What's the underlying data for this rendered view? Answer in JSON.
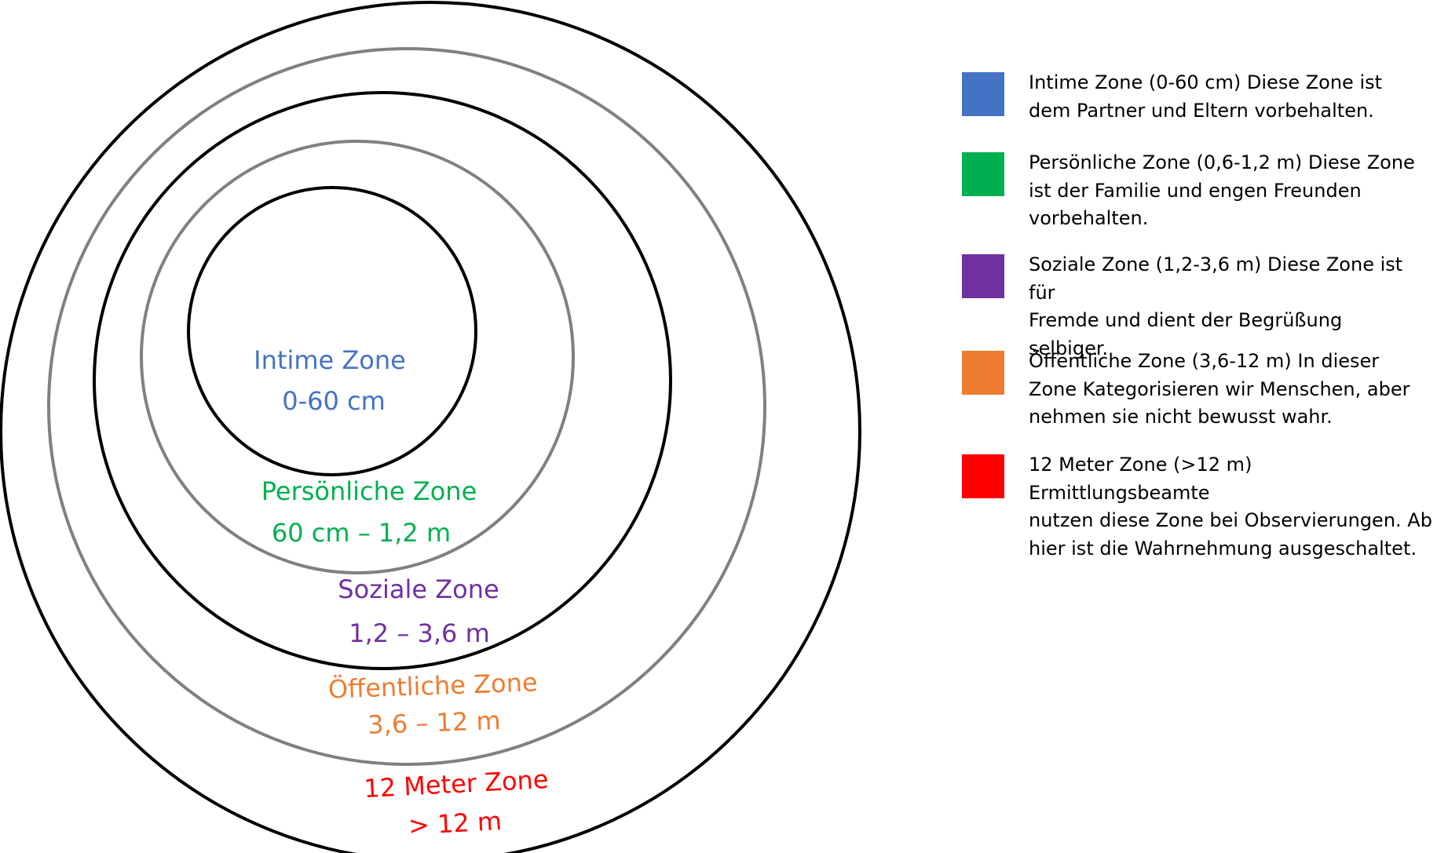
{
  "diagram": {
    "rings": [
      {
        "name": "ring-intime",
        "stroke": "#000000"
      },
      {
        "name": "ring-persoenlich",
        "stroke": "#808080"
      },
      {
        "name": "ring-sozial",
        "stroke": "#000000"
      },
      {
        "name": "ring-oeffentlich",
        "stroke": "#808080"
      },
      {
        "name": "ring-12-meter",
        "stroke": "#000000"
      }
    ],
    "labels": {
      "intime": {
        "title": "Intime Zone",
        "range": "0-60 cm",
        "color": "#4472C4"
      },
      "persoenlich": {
        "title": "Persönliche Zone",
        "range": "60 cm – 1,2 m",
        "color": "#00B050"
      },
      "sozial": {
        "title": "Soziale Zone",
        "range": "1,2 – 3,6 m",
        "color": "#7030A0"
      },
      "oeffentlich": {
        "title": "Öffentliche Zone",
        "range": "3,6 – 12 m",
        "color": "#ED7D31"
      },
      "zwoelf": {
        "title": "12 Meter Zone",
        "range": "> 12 m",
        "color": "#FF0000"
      }
    }
  },
  "legend": {
    "items": [
      {
        "color": "#4472C4",
        "lines": [
          "Intime Zone (0-60 cm) Diese Zone ist",
          "dem Partner und Eltern vorbehalten."
        ]
      },
      {
        "color": "#00B050",
        "lines": [
          "Persönliche Zone (0,6-1,2 m) Diese Zone",
          "ist der Familie und engen Freunden",
          "vorbehalten."
        ]
      },
      {
        "color": "#7030A0",
        "lines": [
          "Soziale Zone (1,2-3,6 m) Diese Zone ist für",
          "Fremde und dient der Begrüßung",
          "selbiger."
        ]
      },
      {
        "color": "#ED7D31",
        "lines": [
          "Öffentliche Zone (3,6-12 m) In dieser",
          "Zone Kategorisieren wir Menschen, aber",
          "nehmen sie nicht bewusst wahr."
        ]
      },
      {
        "color": "#FF0000",
        "lines": [
          "12 Meter Zone (>12 m) Ermittlungsbeamte",
          "nutzen diese Zone bei Observierungen. Ab",
          "hier ist die Wahrnehmung ausgeschaltet."
        ]
      }
    ]
  }
}
